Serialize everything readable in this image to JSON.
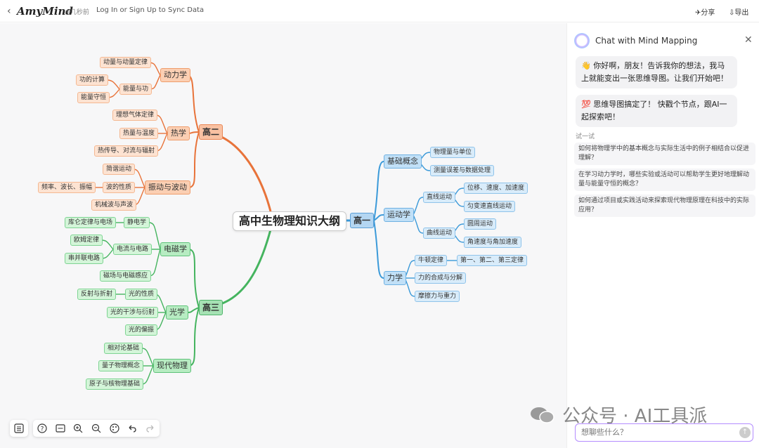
{
  "app": {
    "logo": "AmyMind",
    "status": "几秒前",
    "login": "Log In or Sign Up to Sync Data",
    "share": "分享",
    "export": "导出"
  },
  "mindmap": {
    "root": "高中生物理知识大纲",
    "b2": {
      "label": "高二",
      "dyn": {
        "label": "动力学",
        "c1": "动量与动量定律",
        "c2": "能量与功",
        "c2a": "功的计算",
        "c2b": "能量守恒"
      },
      "heat": {
        "label": "热学",
        "c1": "理想气体定律",
        "c2": "热量与温度",
        "c3": "热传导、对流与辐射"
      },
      "vib": {
        "label": "振动与波动",
        "c1": "简谐运动",
        "c2": "波的性质",
        "c2a": "频率、波长、振幅",
        "c3": "机械波与声波"
      }
    },
    "b3": {
      "label": "高三",
      "em": {
        "label": "电磁学",
        "c1": "静电学",
        "c1a": "库仑定律与电场",
        "c2": "电流与电路",
        "c2a": "欧姆定律",
        "c2b": "串并联电路",
        "c3": "磁场与电磁感应"
      },
      "opt": {
        "label": "光学",
        "c1": "光的性质",
        "c1a": "反射与折射",
        "c2": "光的干涉与衍射",
        "c3": "光的偏振"
      },
      "mod": {
        "label": "现代物理",
        "c1": "相对论基础",
        "c2": "量子物理概念",
        "c3": "原子与核物理基础"
      }
    },
    "b1": {
      "label": "高一",
      "basic": {
        "label": "基础概念",
        "c1": "物理量与单位",
        "c2": "测量误差与数据处理"
      },
      "kin": {
        "label": "运动学",
        "c1": "直线运动",
        "c1a": "位移、速度、加速度",
        "c1b": "匀变速直线运动",
        "c2": "曲线运动",
        "c2a": "圆周运动",
        "c2b": "角速度与角加速度"
      },
      "mech": {
        "label": "力学",
        "c1": "牛顿定律",
        "c1a": "第一、第二、第三定律",
        "c2": "力的合成与分解",
        "c3": "摩擦力与重力"
      }
    }
  },
  "colors": {
    "orange": "#e8733a",
    "green": "#45b45f",
    "blue": "#3b9ad9"
  },
  "chat": {
    "title": "Chat with Mind Mapping",
    "msg1": "👋 你好啊，朋友！告诉我你的想法，我马上就能变出一张思维导图。让我们开始吧！",
    "msg2": "💯 思维导图搞定了！ 快戳个节点，跟AI一起探索吧！",
    "try_label": "试一试",
    "suggestions": [
      "如何将物理学中的基本概念与实际生活中的例子相结合以促进理解？",
      "在学习动力学时，哪些实验或活动可以帮助学生更好地理解动量与能量守恒的概念？",
      "如何通过项目或实践活动来探索现代物理原理在科技中的实际应用？"
    ],
    "input_placeholder": "想聊些什么？"
  },
  "watermark": "公众号 · AI工具派"
}
